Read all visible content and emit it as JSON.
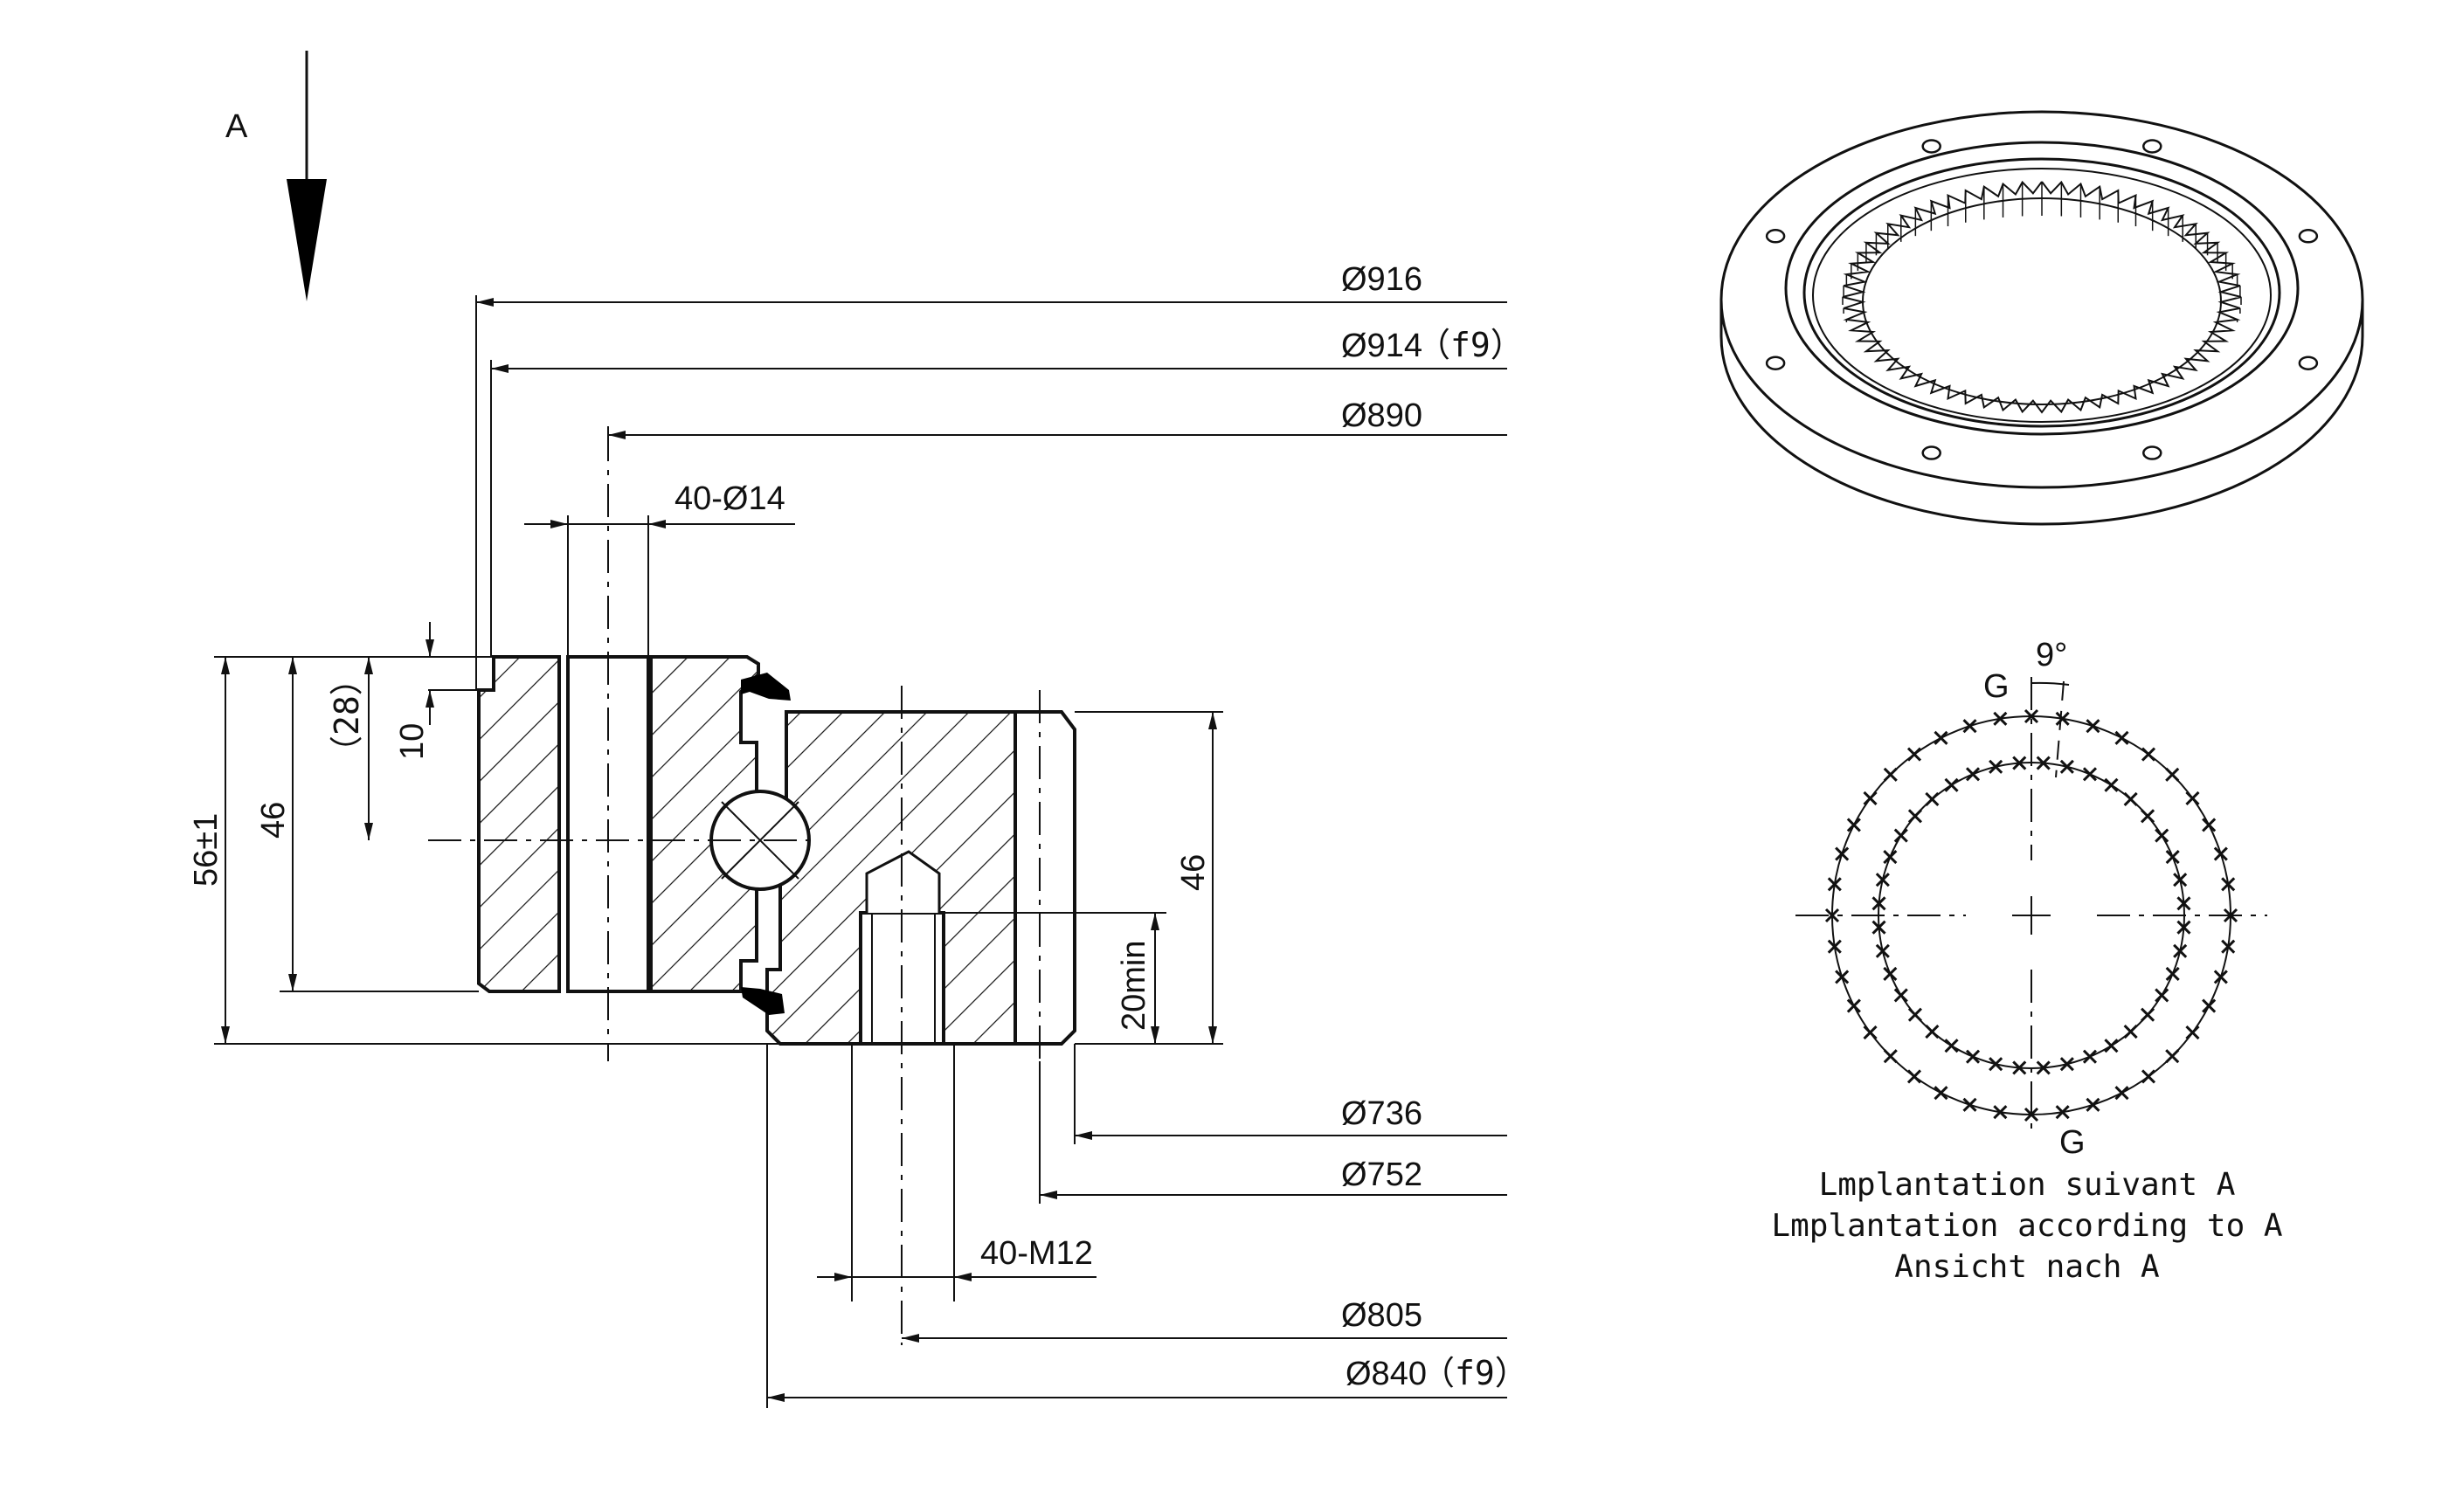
{
  "view_label": "A",
  "section_dims": {
    "d916": "Ø916",
    "d914": "Ø914",
    "d914_tol": "（f9）",
    "d890": "Ø890",
    "holes": "40-Ø14",
    "h10": "10",
    "h28": "（28）",
    "h46_left": "46",
    "h56": "56±1",
    "h46_right": "46",
    "h20min": "20min",
    "d736": "Ø736",
    "d752": "Ø752",
    "tapped": "40-M12",
    "d805": "Ø805",
    "d840": "Ø840",
    "d840_tol": "（f9）"
  },
  "layout_view": {
    "angle": "9°",
    "mark_top": "G",
    "mark_bottom": "G",
    "outer_bolt_count": 40,
    "inner_bolt_count": 40
  },
  "captions": [
    "Lmplantation suivant A",
    "Lmplantation according to A",
    "Ansicht nach A"
  ],
  "iso_view": {
    "mounting_hole_count": 8,
    "gear_tooth_count": 64
  }
}
